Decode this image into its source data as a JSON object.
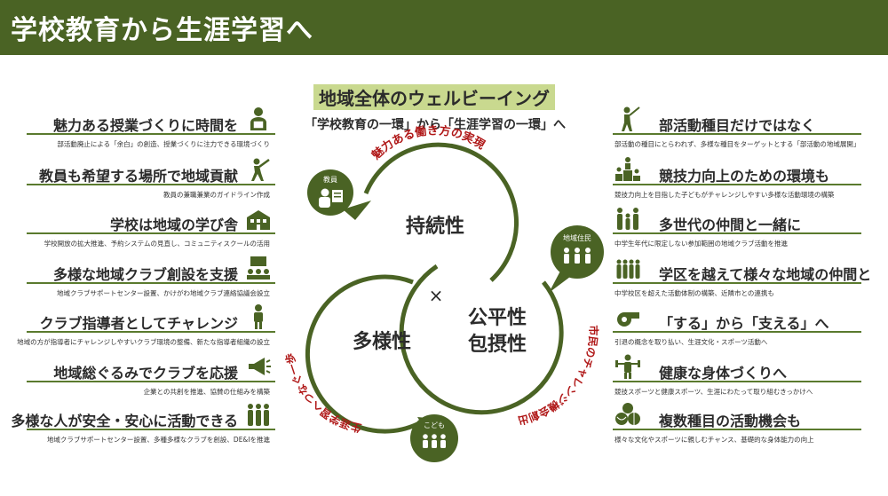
{
  "header": {
    "title": "学校教育から生涯学習へ"
  },
  "center": {
    "title": "地域全体のウェルビーイング",
    "subtitle": "「学校教育の一環」から「生涯学習の一環」へ",
    "cross": "×",
    "circles": {
      "top": {
        "label": "持続性"
      },
      "left": {
        "label": "多様性"
      },
      "right": {
        "line1": "公平性",
        "line2": "包摂性"
      }
    },
    "arcs": {
      "top": "魅力ある働き方の実現",
      "right": "市民のチャレンジ機会創出",
      "left": "生涯学習へつなぐ一歩"
    },
    "badges": {
      "teacher": "教員",
      "resident": "地域住民",
      "child": "こども"
    }
  },
  "left_items": [
    {
      "title": "魅力ある授業づくりに時間を",
      "desc": "部活動廃止による「余白」の創造、授業づくりに注力できる環境づくり",
      "icon": "teacher-at-computer-icon"
    },
    {
      "title": "教員も希望する場所で地域貢献",
      "desc": "教員の兼職兼業のガイドライン作成",
      "icon": "batter-icon"
    },
    {
      "title": "学校は地域の学び舎",
      "desc": "学校開放の拡大推進、予約システムの見直し、コミュニティスクールの活用",
      "icon": "school-building-icon"
    },
    {
      "title": "多様な地域クラブ創設を支援",
      "desc": "地域クラブサポートセンター設置、かけがわ地域クラブ連絡協議会設立",
      "icon": "meeting-icon"
    },
    {
      "title": "クラブ指導者としてチャレンジ",
      "desc": "地域の方が指導者にチャレンジしやすいクラブ環境の整備、新たな指導者組織の設立",
      "icon": "coach-icon"
    },
    {
      "title": "地域総ぐるみでクラブを応援",
      "desc": "企業との共創を推進、協賛の仕組みを構築",
      "icon": "megaphone-icon"
    },
    {
      "title": "多様な人が安全・安心に活動できる",
      "desc": "地域クラブサポートセンター設置、多種多様なクラブを創設、DE&Iを推進",
      "icon": "group-icon"
    }
  ],
  "right_items": [
    {
      "title": "部活動種目だけではなく",
      "desc": "部活動の種目にとらわれず、多様な種目をターゲットとする「部活動の地域展開」",
      "icon": "golfer-icon"
    },
    {
      "title": "競技力向上のための環境も",
      "desc": "競技力向上を目指した子どもがチャレンジしやすい多様な活動環境の構築",
      "icon": "podium-icon"
    },
    {
      "title": "多世代の仲間と一緒に",
      "desc": "中学生年代に限定しない参加範囲の地域クラブ活動を推進",
      "icon": "family-icon"
    },
    {
      "title": "学区を越えて様々な地域の仲間と",
      "desc": "中学校区を超えた活動体制の構築、近隣市との連携も",
      "icon": "team-icon"
    },
    {
      "title": "「する」から「支える」へ",
      "desc": "引退の概念を取り払い、生涯文化・スポーツ活動へ",
      "icon": "whistle-icon"
    },
    {
      "title": "健康な身体づくりへ",
      "desc": "競技スポーツと健康スポーツ、生涯にわたって取り組むきっかけへ",
      "icon": "fitness-icon"
    },
    {
      "title": "複数種目の活動機会も",
      "desc": "様々な文化やスポーツに親しむチャンス、基礎的な身体能力の向上",
      "icon": "balls-icon"
    }
  ],
  "colors": {
    "primary": "#4a6324",
    "line": "#5a7a2e",
    "accent": "#b01818",
    "highlight": "#c9d98f"
  }
}
